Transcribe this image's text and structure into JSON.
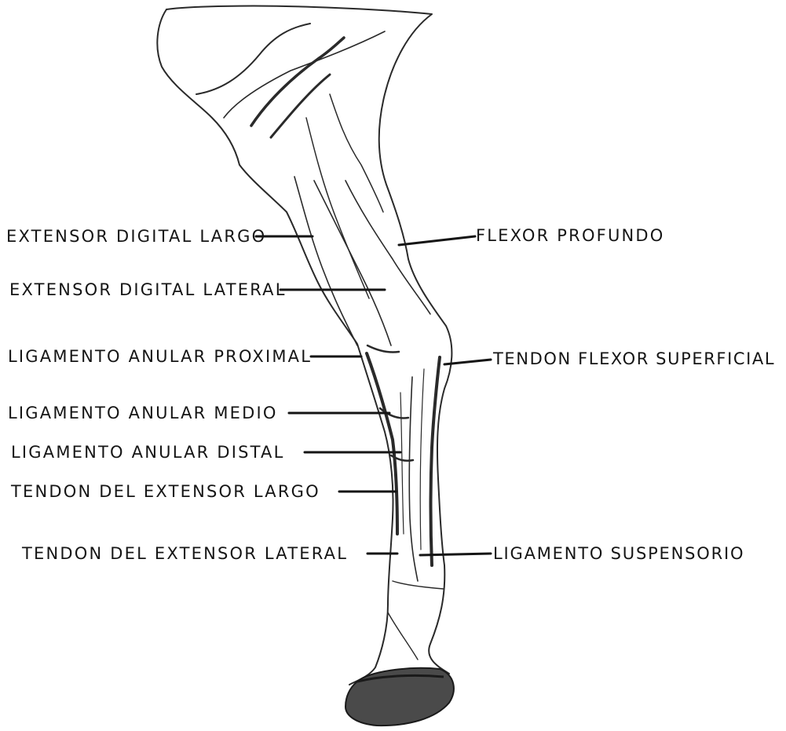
{
  "labels": {
    "extensor_digital_largo": "EXTENSOR DIGITAL LARGO",
    "extensor_digital_lateral": "EXTENSOR DIGITAL LATERAL",
    "ligamento_anular_proximal": "LIGAMENTO ANULAR PROXIMAL",
    "ligamento_anular_medio": "LIGAMENTO ANULAR MEDIO",
    "ligamento_anular_distal": "LIGAMENTO ANULAR DISTAL",
    "tendon_del_extensor_largo": "TENDON DEL EXTENSOR LARGO",
    "tendon_del_extensor_lateral": "TENDON DEL EXTENSOR LATERAL",
    "flexor_profundo": "FLEXOR PROFUNDO",
    "tendon_flexor_superficial": "TENDON FLEXOR SUPERFICIAL",
    "ligamento_suspensorio": "LIGAMENTO SUSPENSORIO"
  },
  "colors": {
    "ink": "#151515",
    "sketch": "#2a2a2a",
    "background": "#ffffff"
  }
}
